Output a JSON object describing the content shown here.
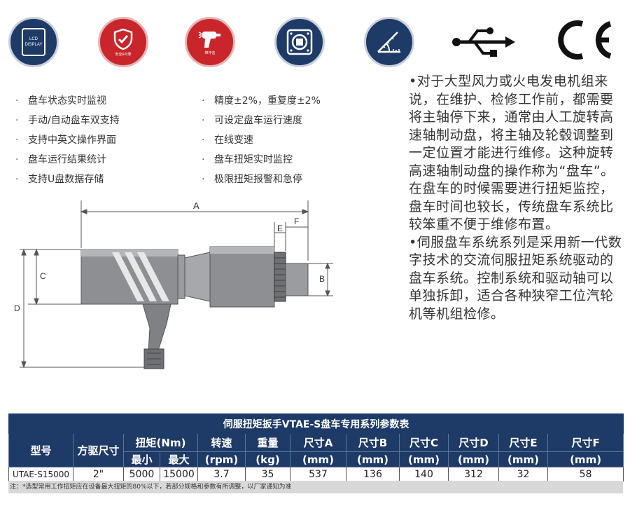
{
  "icons": {
    "lcd_line1": "LCD",
    "lcd_line2": "DISPLAY",
    "shield_caption": "安全&可靠",
    "gun_caption": "带冲击"
  },
  "features_left": [
    "盘车状态实时监视",
    "手动/自动盘车双支持",
    "支持中英文操作界面",
    "盘车运行结果统计",
    "支持U盘数据存储"
  ],
  "features_right": [
    "精度±2%，重复度±2%",
    "可设定盘车运行速度",
    "在线变速",
    "盘车扭矩实时监控",
    "极限扭矩报警和急停"
  ],
  "bullet": "·",
  "description": [
    "•对于大型风力或火电发电机组来说，在维护、检修工作前，都需要将主轴停下来，通常由人工旋转高速轴制动盘，将主轴及轮毂调整到一定位置才能进行维修。这种旋转高速轴制动盘的操作称为“盘车”。在盘车的时候需要进行扭矩监控，盘车时间也较长，传统盘车系统比较笨重不便于维修布置。",
    "•伺服盘车系统系列是采用新一代数字技术的交流伺服扭矩系统驱动的盘车系统。控制系统和驱动轴可以单独拆卸，适合各种狭窄工位汽轮机等机组检修。"
  ],
  "diagram_labels": {
    "a": "A",
    "b": "B",
    "c": "C",
    "d": "D",
    "e": "E",
    "f": "F"
  },
  "table": {
    "title": "伺服扭矩扳手VTAE-S盘车专用系列参数表",
    "headers": {
      "model": "型号",
      "drive": "方驱尺寸",
      "torque": "扭矩(Nm)",
      "torque_min": "最小",
      "torque_max": "最大",
      "speed": "转速",
      "speed_unit": "(rpm)",
      "weight": "重量",
      "weight_unit": "(kg)",
      "size_a": "尺寸A",
      "size_b": "尺寸B",
      "size_c": "尺寸C",
      "size_d": "尺寸D",
      "size_e": "尺寸E",
      "size_f": "尺寸F",
      "mm": "(mm)"
    },
    "row": {
      "model": "UTAE-S15000",
      "drive": "2\"",
      "torque_min": "5000",
      "torque_max": "15000",
      "speed": "3.7",
      "weight": "35",
      "a": "537",
      "b": "136",
      "c": "140",
      "d": "312",
      "e": "32",
      "f": "58"
    },
    "note": "注：*选型常用工作扭矩应在设备最大扭矩的80%以下，若部分规格和参数有所调整，以厂家通知为准"
  },
  "colors": {
    "navy": "#1e3a66",
    "red": "#c8262b",
    "table_header": "#1e3a66"
  }
}
